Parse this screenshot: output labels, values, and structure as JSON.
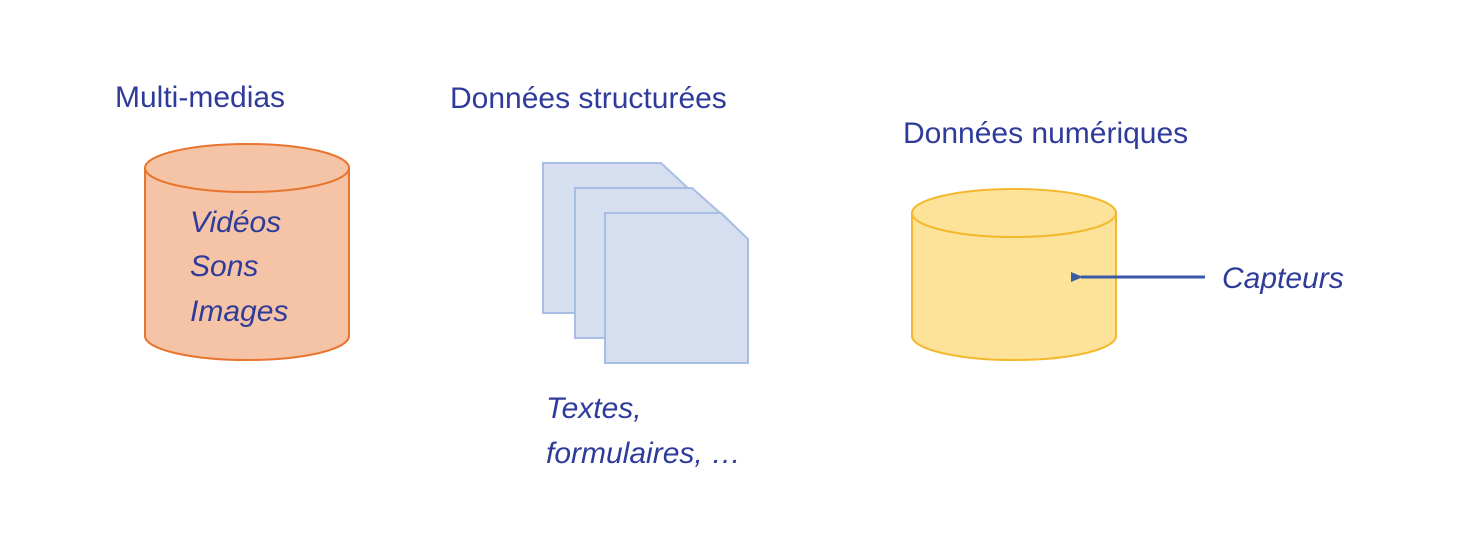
{
  "multimedia": {
    "title": "Multi-medias",
    "items": [
      "Vidéos",
      "Sons",
      "Images"
    ],
    "fill": "#f5c4a6",
    "stroke": "#e8742e"
  },
  "structured": {
    "title": "Données structurées",
    "caption_line1": "Textes,",
    "caption_line2": "formulaires, …",
    "fill": "#d6dff0",
    "stroke": "#a8bde4"
  },
  "numeric": {
    "title": "Données numériques",
    "source_label": "Capteurs",
    "fill": "#fde39a",
    "stroke": "#f4b82c",
    "arrow_color": "#3a5aa8"
  },
  "text_color": "#2e3b9b"
}
